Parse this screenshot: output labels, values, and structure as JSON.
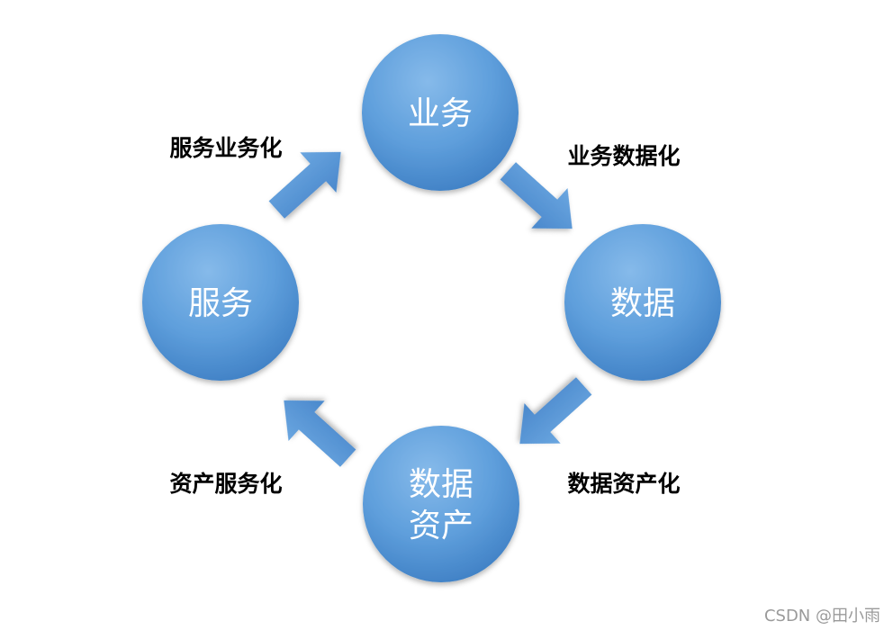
{
  "colors": {
    "circle_light": "#7fb3e6",
    "circle_mid": "#5b9bdb",
    "circle_dark": "#3f80c6",
    "arrow": "#5896d6",
    "text_on_node": "#ffffff",
    "edge_text": "#000000"
  },
  "nodes": {
    "business": "业务",
    "data": "数据",
    "data_asset_line1": "数据",
    "data_asset_line2": "资产",
    "service": "服务"
  },
  "edges": {
    "service_to_business": "服务业务化",
    "business_to_data": "业务数据化",
    "data_to_asset": "数据资产化",
    "asset_to_service": "资产服务化"
  },
  "watermark": "CSDN @田小雨"
}
